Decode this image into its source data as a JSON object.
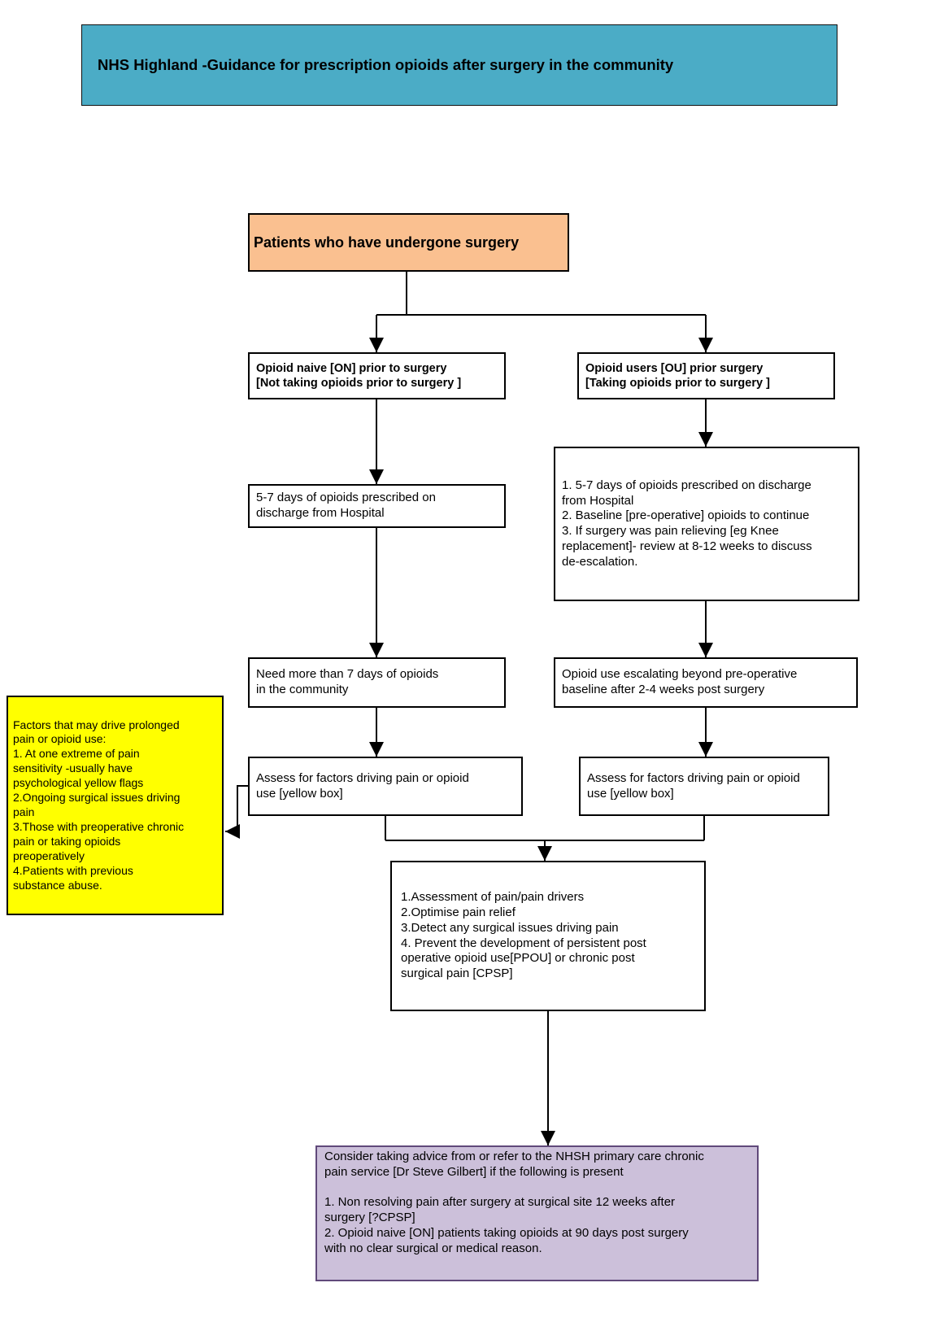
{
  "title": "NHS Highland -Guidance for prescription opioids after surgery in the community",
  "colors": {
    "header_bg": "#4BACC6",
    "root_bg": "#FAC090",
    "factors_bg": "#FFFF00",
    "referral_bg": "#CCC0DA",
    "referral_border": "#60497A",
    "line": "#000000"
  },
  "nodes": {
    "root": "Patients who have undergone surgery",
    "naive_branch": "Opioid naive [ON] prior to surgery\n[Not taking opioids prior to surgery ]",
    "users_branch": "Opioid users [OU] prior surgery\n[Taking opioids prior to surgery ]",
    "naive_discharge": "5-7 days of opioids prescribed on\ndischarge from Hospital",
    "users_discharge": "1. 5-7 days of opioids prescribed on discharge\nfrom Hospital\n2. Baseline [pre-operative] opioids to continue\n3. If surgery was pain relieving [eg Knee\nreplacement]- review at 8-12 weeks to discuss\nde-escalation.",
    "naive_trigger": "Need more than 7 days of opioids\nin the community",
    "users_trigger": "Opioid use escalating beyond pre-operative\nbaseline after 2-4 weeks post surgery",
    "naive_assess": "Assess for factors driving pain or opioid\nuse [yellow box]",
    "users_assess": "Assess for factors driving pain or opioid\nuse [yellow box]",
    "factors": "Factors that may drive prolonged\npain or opioid use:\n1. At one extreme of pain\nsensitivity -usually have\npsychological yellow flags\n2.Ongoing surgical issues driving\npain\n3.Those with preoperative chronic\npain or taking opioids\npreoperatively\n4.Patients with previous\nsubstance abuse.",
    "management": "1.Assessment of pain/pain drivers\n2.Optimise pain relief\n3.Detect any surgical issues driving pain\n4. Prevent the development of persistent post\noperative opioid use[PPOU] or chronic post\nsurgical pain [CPSP]",
    "referral": "Consider taking advice from or refer to the NHSH primary care chronic\npain service [Dr Steve Gilbert] if the following is present\n\n1. Non resolving pain after surgery at surgical site 12 weeks after\nsurgery [?CPSP]\n2. Opioid naive [ON] patients taking opioids at 90 days post surgery\nwith no clear surgical or medical reason."
  }
}
